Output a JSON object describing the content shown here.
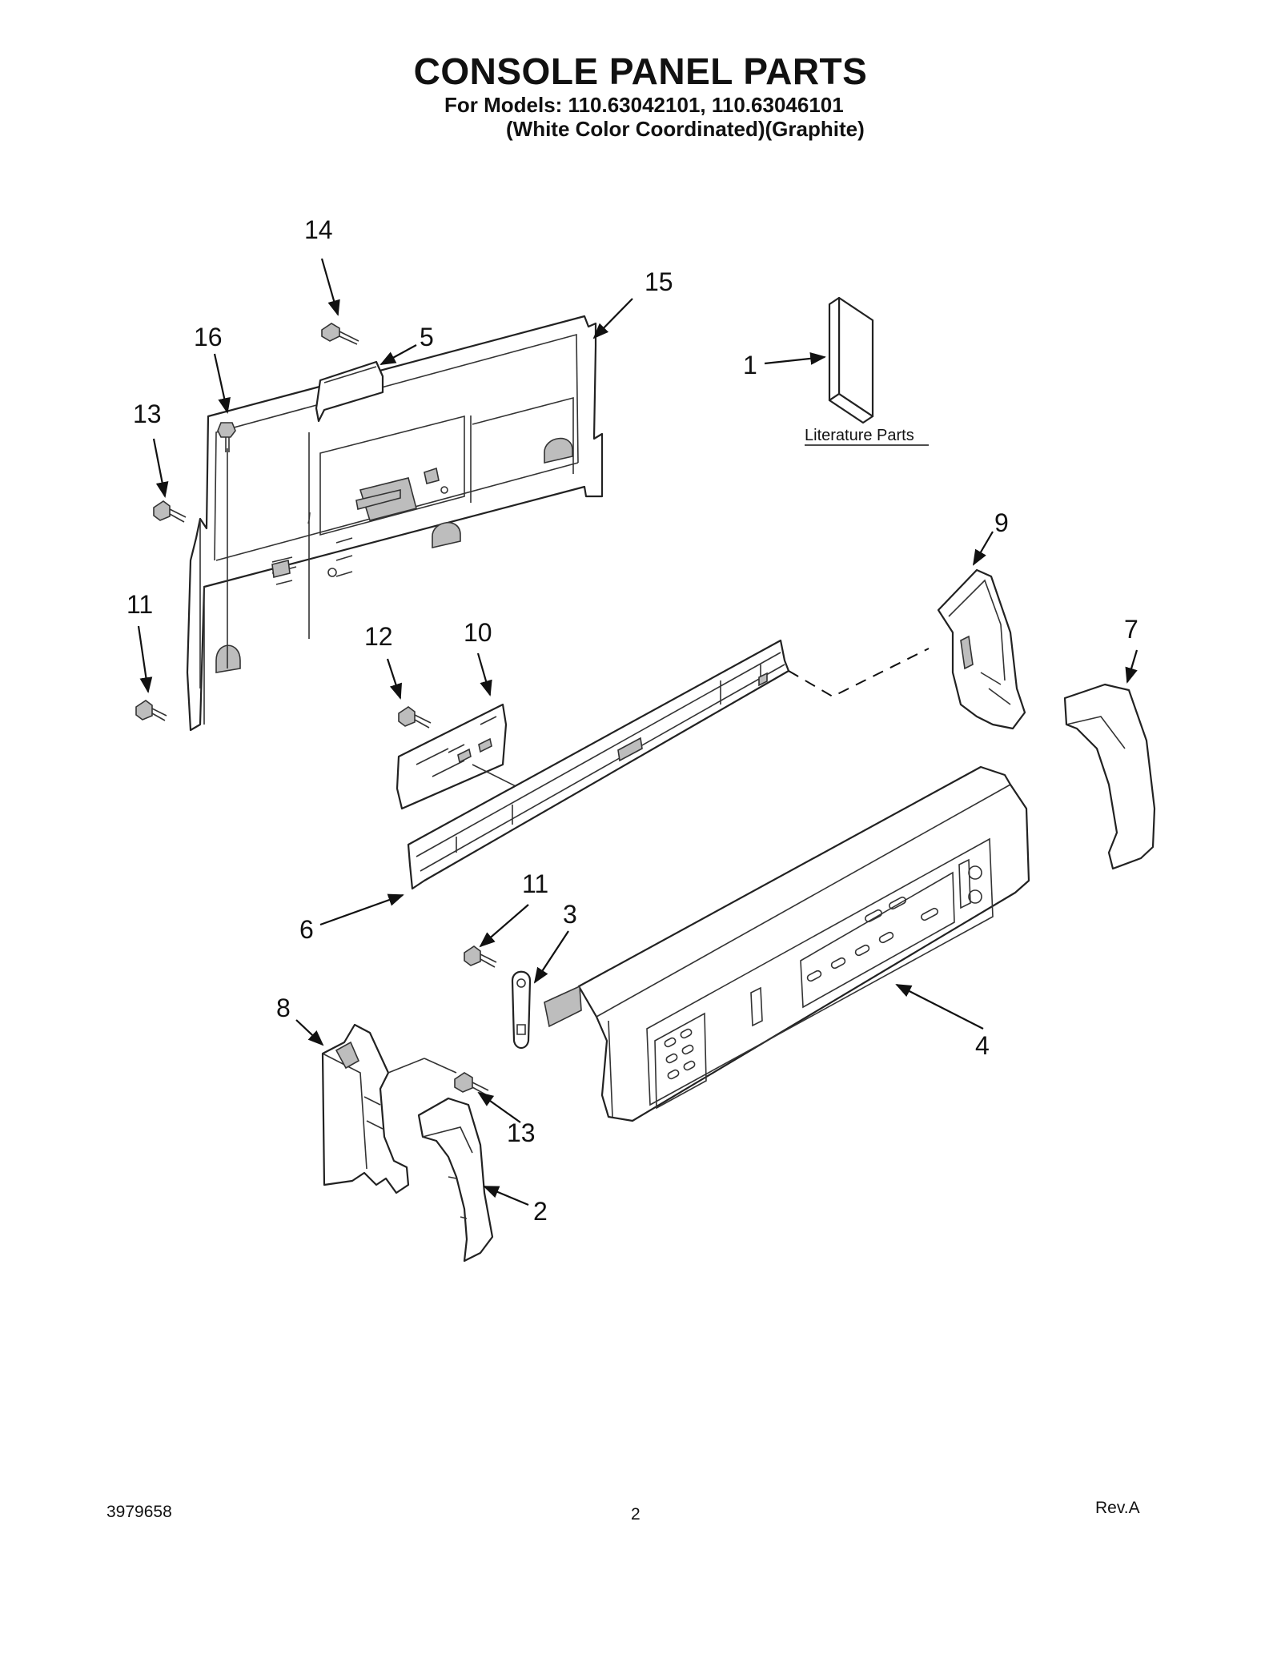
{
  "header": {
    "title": "CONSOLE PANEL PARTS",
    "models_line": "For Models: 110.63042101, 110.63046101",
    "colors_line": "(White Color Coordinated)(Graphite)"
  },
  "literature_label": "Literature Parts",
  "callouts": [
    "14",
    "15",
    "5",
    "16",
    "13",
    "1",
    "9",
    "11",
    "12",
    "10",
    "7",
    "6",
    "11",
    "3",
    "4",
    "8",
    "13",
    "2"
  ],
  "footer": {
    "doc_number": "3979658",
    "page_number": "2",
    "revision": "Rev.A"
  }
}
